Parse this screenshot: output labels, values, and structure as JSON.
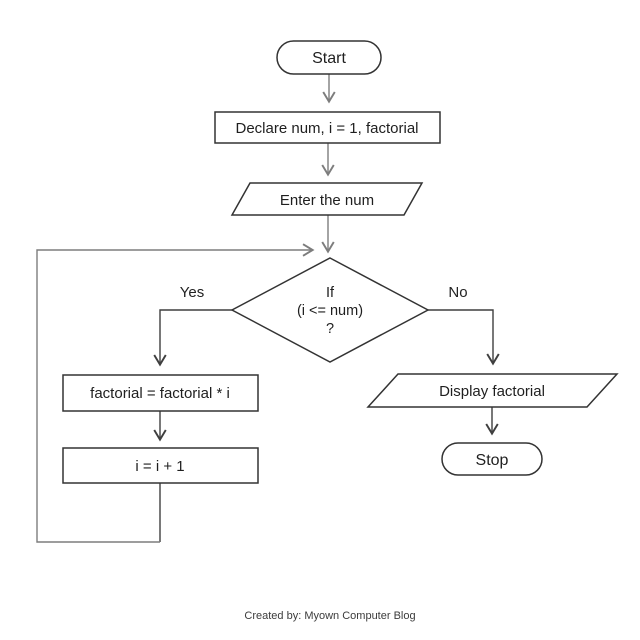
{
  "diagram": {
    "type": "flowchart",
    "topic": "Factorial calculation flowchart",
    "nodes": {
      "start": "Start",
      "declare": "Declare num, i = 1, factorial",
      "enter_num": "Enter the num",
      "decision_line1": "If",
      "decision_line2": "(i <= num)",
      "decision_line3": "?",
      "multiply": "factorial = factorial * i",
      "increment": "i = i + 1",
      "display": "Display factorial",
      "stop": "Stop"
    },
    "edges": [
      {
        "from": "start",
        "to": "declare",
        "label": ""
      },
      {
        "from": "declare",
        "to": "enter_num",
        "label": ""
      },
      {
        "from": "enter_num",
        "to": "decision",
        "label": ""
      },
      {
        "from": "decision",
        "to": "multiply",
        "label": "Yes"
      },
      {
        "from": "decision",
        "to": "display",
        "label": "No"
      },
      {
        "from": "multiply",
        "to": "increment",
        "label": ""
      },
      {
        "from": "increment",
        "to": "decision",
        "label": ""
      },
      {
        "from": "display",
        "to": "stop",
        "label": ""
      }
    ],
    "footer": "Created by: Myown Computer Blog",
    "colors": {
      "background": "#ffffff",
      "shape_border": "#333333",
      "shape_fill": "#ffffff",
      "connector_gray": "#7d7d7d",
      "connector_dark": "#3f3f3f",
      "text": "#1f1f1f",
      "footer_text": "#3c3c3c"
    }
  }
}
